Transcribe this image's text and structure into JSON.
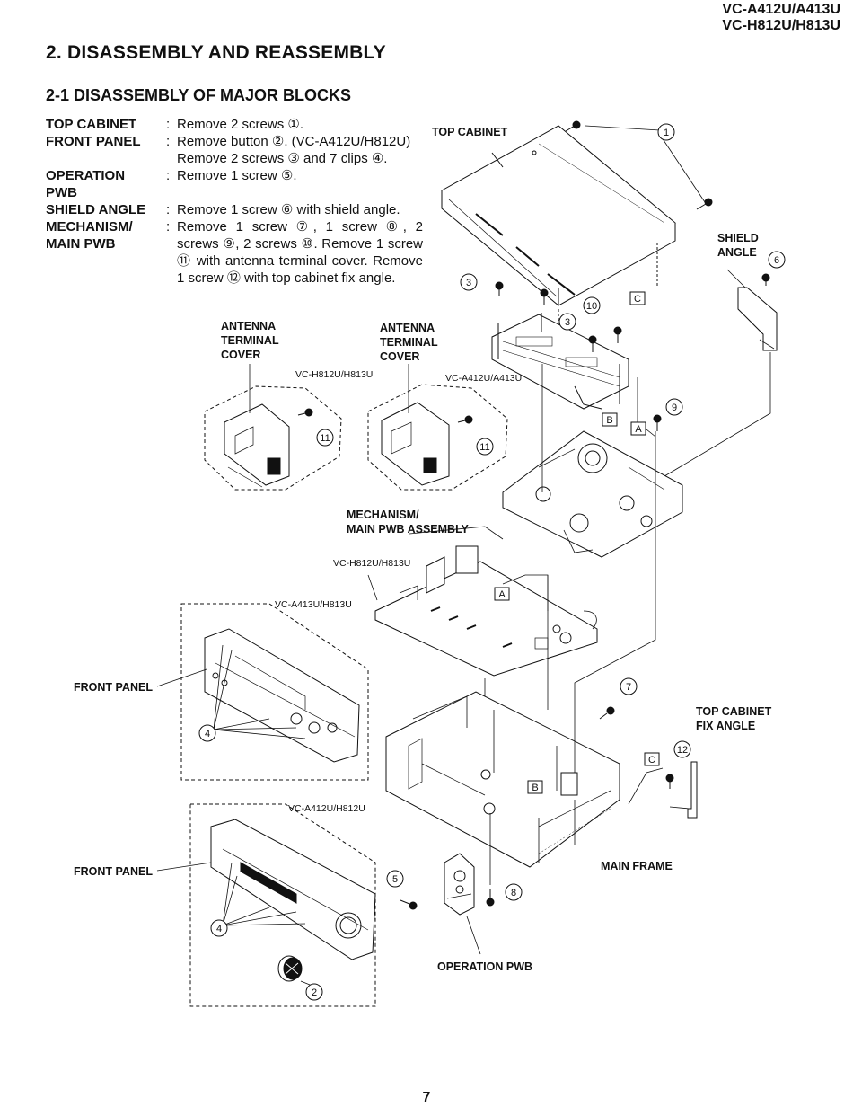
{
  "header": {
    "models_line1": "VC-A412U/A413U",
    "models_line2": "VC-H812U/H813U"
  },
  "section_title": "2. DISASSEMBLY AND REASSEMBLY",
  "subsection_title": "2-1  DISASSEMBLY OF MAJOR BLOCKS",
  "steps": [
    {
      "label": "TOP CABINET",
      "text": "Remove 2 screws ①."
    },
    {
      "label": "FRONT PANEL",
      "text": "Remove button ②. (VC-A412U/H812U) Remove 2 screws ③ and 7 clips ④."
    },
    {
      "label": "OPERATION PWB",
      "text": "Remove 1 screw ⑤."
    },
    {
      "label": "SHIELD ANGLE",
      "text": "Remove 1 screw ⑥ with shield angle."
    },
    {
      "label": "MECHANISM/ MAIN PWB",
      "text": "Remove 1 screw ⑦, 1 screw ⑧, 2 screws ⑨, 2 screws ⑩. Remove 1 screw ⑪ with antenna terminal cover. Remove 1 screw ⑫ with top cabinet fix angle."
    }
  ],
  "diagram": {
    "labels": {
      "top_cabinet": "TOP CABINET",
      "shield_angle_1": "SHIELD",
      "shield_angle_2": "ANGLE",
      "antenna_cover_a_1": "ANTENNA",
      "antenna_cover_a_2": "TERMINAL",
      "antenna_cover_a_3": "COVER",
      "antenna_cover_b_1": "ANTENNA",
      "antenna_cover_b_2": "TERMINAL",
      "antenna_cover_b_3": "COVER",
      "mechanism_1": "MECHANISM/",
      "mechanism_2": "MAIN PWB ASSEMBLY",
      "front_panel_1": "FRONT PANEL",
      "front_panel_2": "FRONT PANEL",
      "top_cabinet_fix_1": "TOP CABINET",
      "top_cabinet_fix_2": "FIX ANGLE",
      "main_frame": "MAIN FRAME",
      "operation_pwb": "OPERATION PWB"
    },
    "model_tags": {
      "cover_left": "VC-H812U/H813U",
      "cover_right": "VC-A412U/A413U",
      "pwb": "VC-H812U/H813U",
      "front_panel_upper": "VC-A413U/H813U",
      "front_panel_lower": "VC-A412U/H812U"
    },
    "callouts": [
      "1",
      "2",
      "3",
      "3",
      "4",
      "4",
      "5",
      "6",
      "7",
      "8",
      "9",
      "10",
      "11",
      "11",
      "12"
    ],
    "ref_letters": [
      "A",
      "A",
      "B",
      "B",
      "C",
      "C"
    ]
  },
  "page_number": "7"
}
